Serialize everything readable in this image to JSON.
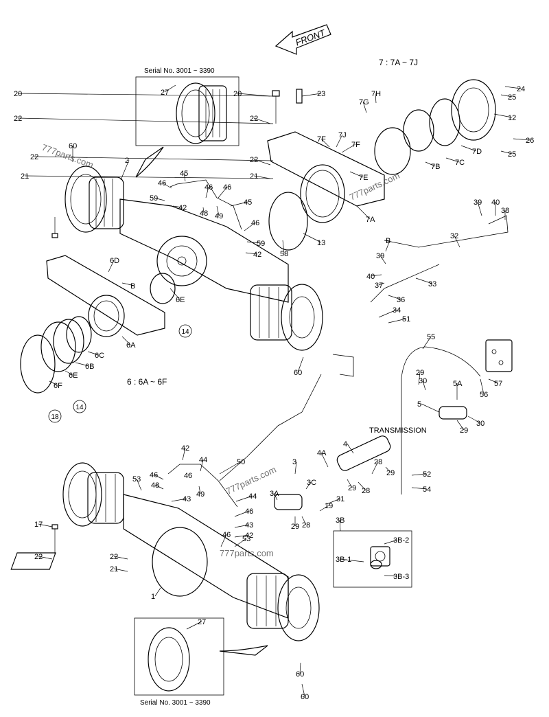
{
  "front_label": "FRONT",
  "group_7_note": "7 : 7A ~ 7J",
  "group_6_note": "6 : 6A ~ 6F",
  "serial_top": "Serial No. 3001 ~ 3390",
  "serial_bottom": "Serial No. 3001 ~ 3390",
  "transmission_label": "TRANSMISSION",
  "watermarks": [
    "777parts.com",
    "777parts.com",
    "777parts.com",
    "777parts.com"
  ],
  "circled_refs": [
    "14",
    "14",
    "18"
  ],
  "callouts": [
    "27",
    "60",
    "2",
    "20",
    "22",
    "22",
    "21",
    "6D",
    "B",
    "6E",
    "6A",
    "6C",
    "6B",
    "6E",
    "6F",
    "46",
    "59",
    "42",
    "45",
    "46",
    "48",
    "49",
    "46",
    "45",
    "46",
    "59",
    "42",
    "20",
    "23",
    "22",
    "22",
    "21",
    "7H",
    "7G",
    "7F",
    "7J",
    "7F",
    "7E",
    "7A",
    "13",
    "58",
    "24",
    "25",
    "12",
    "7D",
    "7C",
    "7B",
    "26",
    "25",
    "39",
    "40",
    "38",
    "32",
    "B",
    "39",
    "40",
    "37",
    "33",
    "36",
    "34",
    "51",
    "55",
    "60",
    "57",
    "56",
    "29",
    "30",
    "5A",
    "5",
    "29",
    "30",
    "4",
    "4A",
    "28",
    "29",
    "28",
    "29",
    "3",
    "3C",
    "3A",
    "19",
    "31",
    "29",
    "28",
    "3B",
    "52",
    "54",
    "3B-2",
    "3B-1",
    "3B-3",
    "60",
    "53",
    "46",
    "48",
    "43",
    "42",
    "44",
    "46",
    "49",
    "50",
    "44",
    "46",
    "43",
    "42",
    "46",
    "53",
    "17",
    "22",
    "22",
    "21",
    "1",
    "27",
    "60"
  ]
}
